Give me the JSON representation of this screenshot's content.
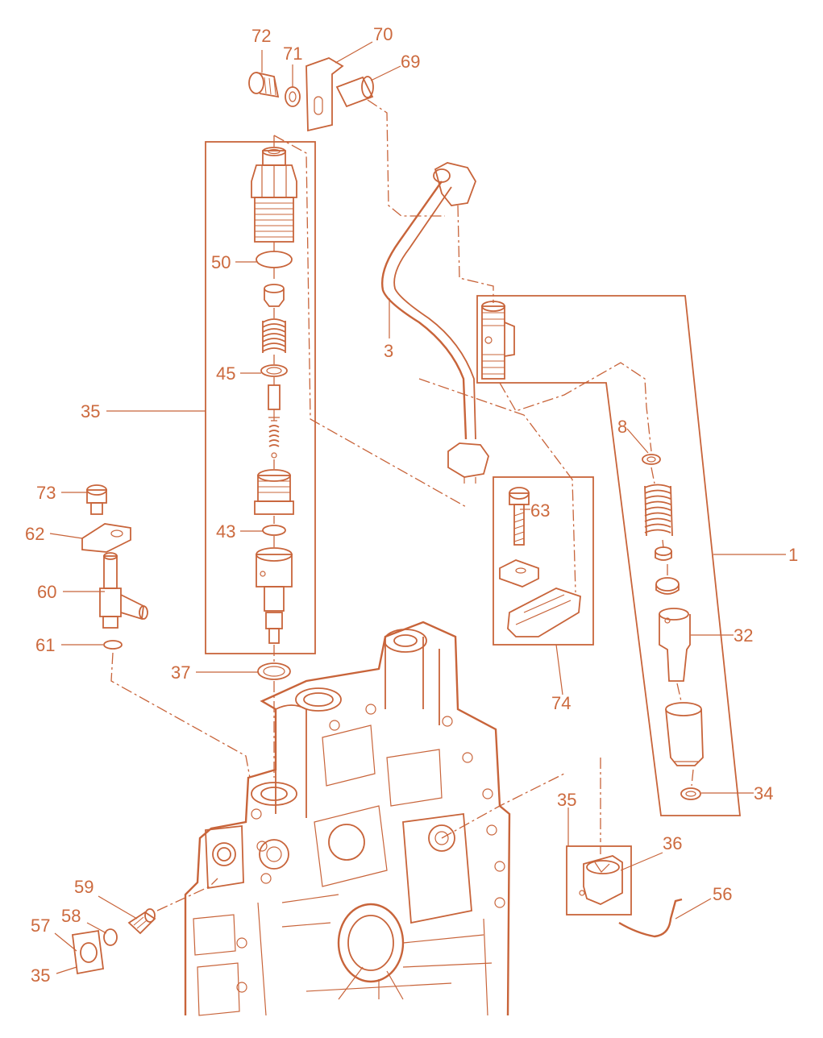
{
  "colors": {
    "line": "#c8643a",
    "label": "#cc6a3e",
    "background": "#ffffff"
  },
  "callouts": [
    {
      "id": "c72",
      "text": "72"
    },
    {
      "id": "c71",
      "text": "71"
    },
    {
      "id": "c70",
      "text": "70"
    },
    {
      "id": "c69",
      "text": "69"
    },
    {
      "id": "c50",
      "text": "50"
    },
    {
      "id": "c45",
      "text": "45"
    },
    {
      "id": "c35a",
      "text": "35"
    },
    {
      "id": "c43",
      "text": "43"
    },
    {
      "id": "c37",
      "text": "37"
    },
    {
      "id": "c3",
      "text": "3"
    },
    {
      "id": "c8",
      "text": "8"
    },
    {
      "id": "c63",
      "text": "63"
    },
    {
      "id": "c1",
      "text": "1"
    },
    {
      "id": "c32",
      "text": "32"
    },
    {
      "id": "c74",
      "text": "74"
    },
    {
      "id": "c34",
      "text": "34"
    },
    {
      "id": "c73",
      "text": "73"
    },
    {
      "id": "c62",
      "text": "62"
    },
    {
      "id": "c60",
      "text": "60"
    },
    {
      "id": "c61",
      "text": "61"
    },
    {
      "id": "c35b",
      "text": "35"
    },
    {
      "id": "c36",
      "text": "36"
    },
    {
      "id": "c56",
      "text": "56"
    },
    {
      "id": "c59",
      "text": "59"
    },
    {
      "id": "c58",
      "text": "58"
    },
    {
      "id": "c57",
      "text": "57"
    },
    {
      "id": "c35c",
      "text": "35"
    }
  ]
}
